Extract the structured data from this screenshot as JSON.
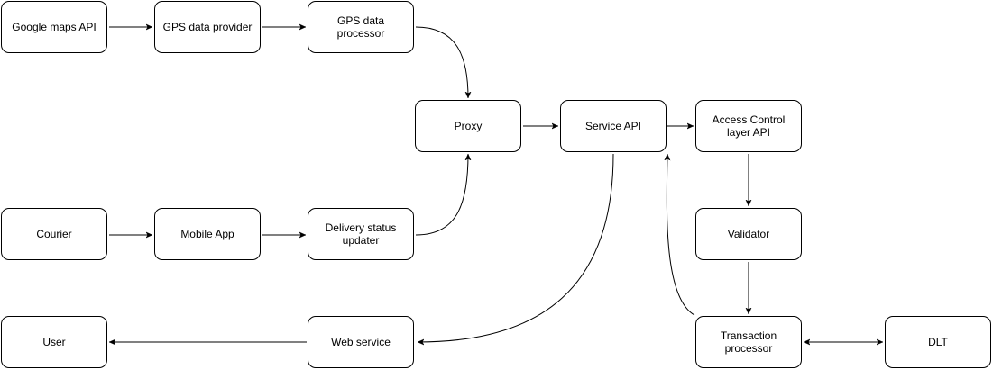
{
  "diagram": {
    "nodes": {
      "google_maps_api": "Google maps API",
      "gps_data_provider": "GPS data provider",
      "gps_data_processor": "GPS data processor",
      "proxy": "Proxy",
      "service_api": "Service API",
      "access_control_layer_api": "Access Control layer API",
      "courier": "Courier",
      "mobile_app": "Mobile App",
      "delivery_status_updater": "Delivery status updater",
      "validator": "Validator",
      "user": "User",
      "web_service": "Web service",
      "transaction_processor": "Transaction processor",
      "dlt": "DLT"
    },
    "edges": [
      {
        "from": "google_maps_api",
        "to": "gps_data_provider"
      },
      {
        "from": "gps_data_provider",
        "to": "gps_data_processor"
      },
      {
        "from": "gps_data_processor",
        "to": "proxy"
      },
      {
        "from": "courier",
        "to": "mobile_app"
      },
      {
        "from": "mobile_app",
        "to": "delivery_status_updater"
      },
      {
        "from": "delivery_status_updater",
        "to": "proxy"
      },
      {
        "from": "proxy",
        "to": "service_api"
      },
      {
        "from": "service_api",
        "to": "access_control_layer_api"
      },
      {
        "from": "access_control_layer_api",
        "to": "validator"
      },
      {
        "from": "validator",
        "to": "transaction_processor"
      },
      {
        "from": "transaction_processor",
        "to": "service_api"
      },
      {
        "from": "transaction_processor",
        "to": "dlt",
        "bidirectional": true
      },
      {
        "from": "service_api",
        "to": "web_service"
      },
      {
        "from": "web_service",
        "to": "user"
      }
    ]
  }
}
